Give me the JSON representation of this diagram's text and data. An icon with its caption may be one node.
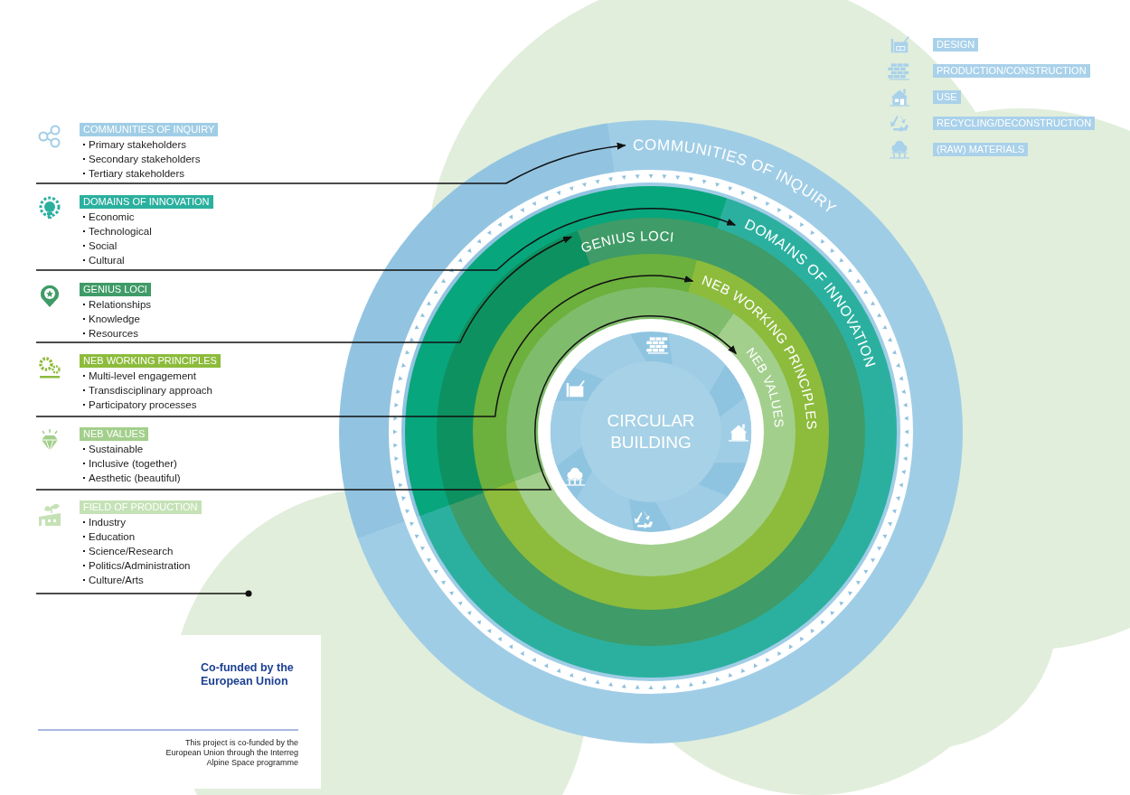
{
  "diagram": {
    "nodes": [
      {
        "text": [
          "COMMUNITIES OF INQUIRY",
          "Primary stakeholders",
          "Secondary stakeholders",
          "Tertiary stakeholders"
        ]
      },
      {
        "text": [
          "DOMAINS OF INNOVATION",
          "Economic",
          "Technological",
          "Social",
          "Cultural"
        ]
      },
      {
        "text": [
          "GENIUS LOCI",
          "Relationships",
          "Knowledge",
          "Resources"
        ]
      },
      {
        "text": [
          "NEB WORKING PRINCIPLES",
          "Multi-level engagement",
          "Transdisciplinary approach",
          "Participatory processes"
        ]
      },
      {
        "text": [
          "NEB VALUES",
          "Sustainable",
          "Inclusive (together)",
          "Aesthetic (beautiful)"
        ]
      },
      {
        "text": [
          "FIELD OF PRODUCTION",
          "Industry",
          "Education",
          "Science/Research",
          "Politics/Administration",
          "Culture/Arts"
        ]
      },
      {
        "text": [
          "COMMUNITIES OF INQUIRY"
        ]
      },
      {
        "text": [
          "DOMAINS OF INNOVATION"
        ]
      },
      {
        "text": [
          "GENIUS LOCI"
        ]
      },
      {
        "text": [
          "NEB WORKING PRINCIPLES"
        ]
      },
      {
        "text": [
          "NEB VALUES"
        ]
      },
      {
        "text": [
          "CIRCULAR BUILDING"
        ]
      }
    ],
    "edges": [
      {
        "from": 0,
        "to": 6,
        "arrow": "to"
      },
      {
        "from": 1,
        "to": 7,
        "arrow": "to"
      },
      {
        "from": 2,
        "to": 8,
        "arrow": "to"
      },
      {
        "from": 3,
        "to": 9,
        "arrow": "to"
      },
      {
        "from": 4,
        "to": 10,
        "arrow": "to"
      },
      {
        "from": 5,
        "to": null,
        "arrow": "other"
      }
    ],
    "labels": [
      "Co-funded by the European Union",
      "This project is co-funded by the European Union through the Interreg Alpine Space programme"
    ],
    "legend": [
      {
        "text": "DESIGN"
      },
      {
        "text": "PRODUCTION/CONSTRUCTION"
      },
      {
        "text": "USE"
      },
      {
        "text": "RECYCLING/DECONSTRUCTION"
      },
      {
        "text": "(RAW) MATERIALS"
      }
    ]
  }
}
